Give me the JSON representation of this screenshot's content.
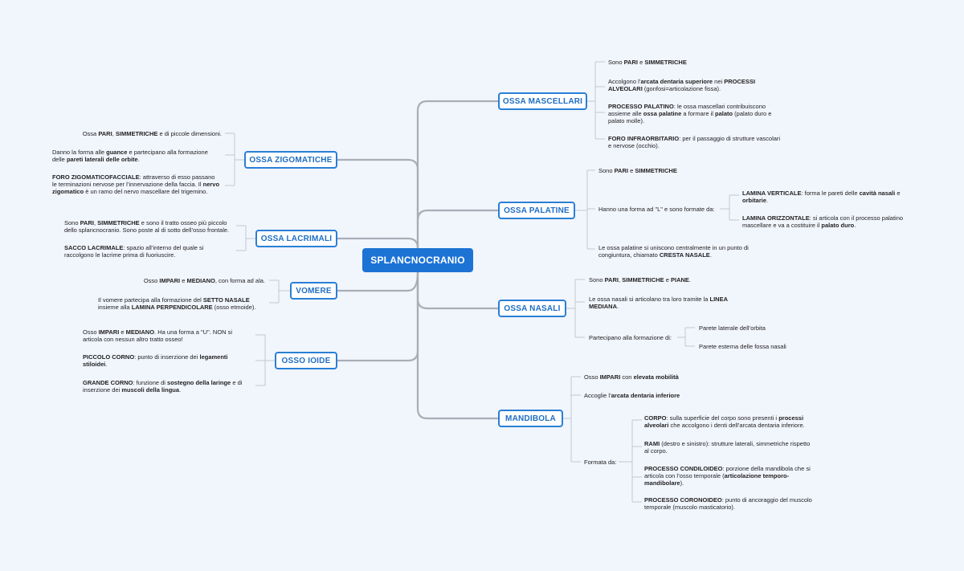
{
  "central": "SPLANCNOCRANIO",
  "nodes": {
    "mascellari": {
      "title": "OSSA MASCELLARI",
      "items": [
        [
          "Sono ",
          {
            "b": "PARI"
          },
          " e ",
          {
            "b": "SIMMETRICHE"
          }
        ],
        [
          "Accolgono l’",
          {
            "b": "arcata dentaria superiore"
          },
          " nei ",
          {
            "b": "PROCESSI ALVEOLARI"
          },
          " (gonfosi=articolazione fissa)."
        ],
        [
          {
            "b": "PROCESSO PALATINO"
          },
          ": le ossa mascellari contribuiscono assieme alle ",
          {
            "b": "ossa palatine"
          },
          " a formare il ",
          {
            "b": "palato"
          },
          " (palato duro e palato molle)."
        ],
        [
          {
            "b": "FORO INFRAORBITARIO"
          },
          ": per il passaggio di strutture vascolari e nervose (occhio)."
        ]
      ]
    },
    "palatine": {
      "title": "OSSA PALATINE",
      "items": [
        [
          "Sono ",
          {
            "b": "PARI"
          },
          " e ",
          {
            "b": "SIMMETRICHE"
          }
        ],
        [
          "Hanno una forma ad \"L\" e sono formate da:"
        ],
        [
          "Le ossa palatine si uniscono centralmente in un punto di congiuntura, chiamato ",
          {
            "b": "CRESTA NASALE"
          },
          "."
        ]
      ],
      "sub": [
        [
          {
            "b": "LAMINA VERTICALE"
          },
          ": forma le pareti delle ",
          {
            "b": "cavità nasali"
          },
          " e ",
          {
            "b": "orbitarie"
          },
          "."
        ],
        [
          {
            "b": "LAMINA ORIZZONTALE"
          },
          ": si articola con il processo palatino mascellare e va a costituire il ",
          {
            "b": "palato duro"
          },
          "."
        ]
      ]
    },
    "nasali": {
      "title": "OSSA NASALI",
      "items": [
        [
          "Sono ",
          {
            "b": "PARI"
          },
          ", ",
          {
            "b": "SIMMETRICHE"
          },
          " e ",
          {
            "b": "PIANE"
          },
          "."
        ],
        [
          "Le ossa nasali si articolano tra loro tramite la ",
          {
            "b": "LINEA MEDIANA"
          },
          "."
        ],
        [
          "Partecipano alla formazione di:"
        ]
      ],
      "sub": [
        [
          "Parete laterale dell’orbita"
        ],
        [
          "Parete esterna delle fossa nasali"
        ]
      ]
    },
    "mandibola": {
      "title": "MANDIBOLA",
      "items": [
        [
          "Osso ",
          {
            "b": "IMPARI"
          },
          " con ",
          {
            "b": "elevata mobilità"
          }
        ],
        [
          "Accoglie l’",
          {
            "b": "arcata dentaria inferiore"
          }
        ],
        [
          "Formata da:"
        ]
      ],
      "sub": [
        [
          {
            "b": "CORPO"
          },
          ": sulla superficie del corpo sono presenti i ",
          {
            "b": "processi alveolari"
          },
          " che accolgono i denti dell’arcata dentaria inferiore."
        ],
        [
          {
            "b": "RAMI"
          },
          " (destro e sinistro): strutture laterali, simmetriche rispetto al corpo."
        ],
        [
          {
            "b": "PROCESSO CONDILOIDEO"
          },
          ": porzione della mandibola che si articola con l’osso temporale (",
          {
            "b": "articolazione temporo-mandibolare"
          },
          ")."
        ],
        [
          {
            "b": "PROCESSO CORONOIDEO"
          },
          ": punto di ancoraggio del muscolo temporale (muscolo masticatorio)."
        ]
      ]
    },
    "zigomatiche": {
      "title": "OSSA ZIGOMATICHE",
      "items": [
        [
          "Ossa ",
          {
            "b": "PARI"
          },
          ", ",
          {
            "b": "SIMMETRICHE"
          },
          " e di piccole dimensioni."
        ],
        [
          "Danno la forma alle ",
          {
            "b": "guance"
          },
          " e partecipano alla formazione delle ",
          {
            "b": "pareti laterali delle orbite"
          },
          "."
        ],
        [
          {
            "b": "FORO ZIGOMATICOFACCIALE"
          },
          ": attraverso di esso passano le terminazioni nervose per l’innervazione della faccia. Il ",
          {
            "b": "nervo zigomatico"
          },
          " è un ramo del nervo mascellare del trigemino."
        ]
      ]
    },
    "lacrimali": {
      "title": "OSSA LACRIMALI",
      "items": [
        [
          "Sono ",
          {
            "b": "PARI"
          },
          ", ",
          {
            "b": "SIMMETRICHE"
          },
          " e sono il tratto osseo più piccolo dello splancnocranio. Sono poste al di sotto dell’osso frontale."
        ],
        [
          {
            "b": "SACCO LACRIMALE"
          },
          ": spazio all’interno del quale si raccolgono le lacrime prima di fuoriuscire."
        ]
      ]
    },
    "vomere": {
      "title": "VOMERE",
      "items": [
        [
          "Osso ",
          {
            "b": "IMPARI"
          },
          " e ",
          {
            "b": "MEDIANO"
          },
          ", con forma ad ala."
        ],
        [
          "Il vomere partecipa alla formazione del ",
          {
            "b": "SETTO NASALE"
          },
          " insieme alla ",
          {
            "b": "LAMINA PERPENDICOLARE"
          },
          " (osso etmoide)."
        ]
      ]
    },
    "ioide": {
      "title": "OSSO IOIDE",
      "items": [
        [
          "Osso ",
          {
            "b": "IMPARI"
          },
          " e ",
          {
            "b": "MEDIANO"
          },
          ". Ha una forma a \"U\". NON si articola con nessun altro tratto osseo!"
        ],
        [
          {
            "b": "PICCOLO CORNO"
          },
          ": punto di inserzione dei ",
          {
            "b": "legamenti stiloidei"
          },
          "."
        ],
        [
          {
            "b": "GRANDE CORNO"
          },
          ": funzione di ",
          {
            "b": "sostegno della laringe"
          },
          " e di inserzione dei ",
          {
            "b": "muscoli della lingua"
          },
          "."
        ]
      ]
    }
  }
}
